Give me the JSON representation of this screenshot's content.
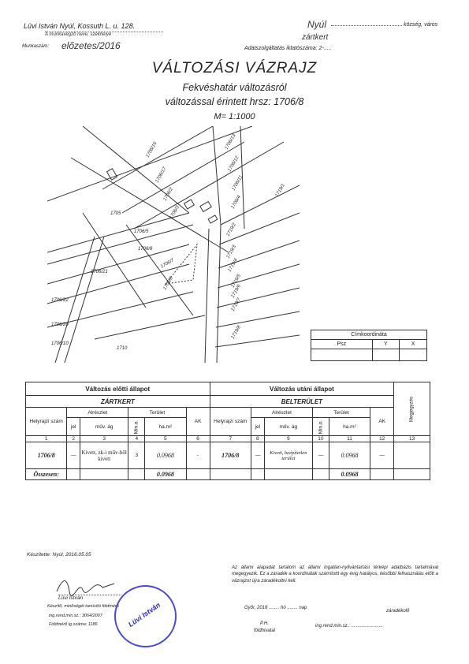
{
  "header": {
    "author_line": "Lüvi István Nyúl, Kossuth L. u. 128.",
    "author_note": "A munkavégző neve, székhelye",
    "work_number_label": "Munkaszám:",
    "work_number_value": "előzetes/2016",
    "municipality": "Nyúl",
    "municipality_suffix": "község, város",
    "area_type": "zártkert",
    "registry_label": "Adatszolgáltatás iktatószáma: 2-....."
  },
  "title": {
    "main": "VÁLTOZÁSI VÁZRAJZ",
    "line1": "Fekvéshatár változásról",
    "line2": "változással érintett hrsz: 1706/8",
    "scale": "M= 1:1000"
  },
  "map": {
    "labels": [
      "1706/16",
      "1706/13",
      "1706/12",
      "1706/11",
      "1706/17",
      "1706/2",
      "1706/3",
      "1706/4",
      "1705",
      "1706/5",
      "1706/6",
      "1706/7",
      "1706/8",
      "1706/21",
      "1706/22",
      "1706/20",
      "1706/10",
      "1710",
      "1719/1",
      "1719/2",
      "1719/3",
      "1719/4",
      "1719/5",
      "1719/6",
      "1719/7",
      "1719/8"
    ]
  },
  "coord_table": {
    "title": "Címkoordináta",
    "headers": [
      "Psz",
      "Y",
      "X"
    ]
  },
  "main_table": {
    "before_title": "Változás előtti állapot",
    "after_title": "Változás utáni állapot",
    "remarks_header": "Megjegyzés",
    "before_category": "ZÁRTKERT",
    "after_category": "BELTERÜLET",
    "helyrajzi": "Helyrajzi szám",
    "alreszlet": "Alrészlet",
    "terulet": "Terület",
    "jel": "jel",
    "muv_ag": "műv. ág",
    "min_o": "Min.o.",
    "ha_m2": "ha.m²",
    "ak": "AK",
    "col_numbers": [
      "1",
      "2",
      "3",
      "4",
      "5",
      "6",
      "7",
      "8",
      "9",
      "10",
      "11",
      "12",
      "13"
    ],
    "row": {
      "hrsz_before": "1706/8",
      "jel_before": "—",
      "muv_ag_before": "Kivett, zk-i műv-ből kivett",
      "min_o_before": "3",
      "area_before": "0.0968",
      "ak_before": "-",
      "hrsz_after": "1706/8",
      "jel_after": "—",
      "muv_ag_after": "Kivett, beépítetlen terület",
      "min_o_after": "—",
      "area_after": "0.0968",
      "ak_after": "—"
    },
    "total_label": "Összesen:",
    "total_before": "0.0968",
    "total_after": "0.0968"
  },
  "footer": {
    "prepared": "Készítette: Nyúl, 2016.05.05",
    "signer": "Lüvi István",
    "signer_role": "Készítő, minőségét tanúsító földmérő",
    "id1": "ing.rend.min.sz.: 3064/2007",
    "id2": "Földmérő ig.száma: 1186",
    "stamp": "Lüvi István",
    "notice": "Az állami alapadat tartalom az állami ingatlan-nyilvántartási térképi adatbázis tartalmával megegyezik. Ez a záradék a koordináták számítottt egy évig hatályos, későbbi felhasználás előtt a vázrajzot újra záradékoltni kell.",
    "clause_place": "Győr, 2016 ........ hó ........ nap",
    "clause_label": "záradékolő",
    "ph": "P.H.",
    "ph_sub": "földhivatal",
    "clause_id": "ing.rend.min.sz.: ........................"
  }
}
